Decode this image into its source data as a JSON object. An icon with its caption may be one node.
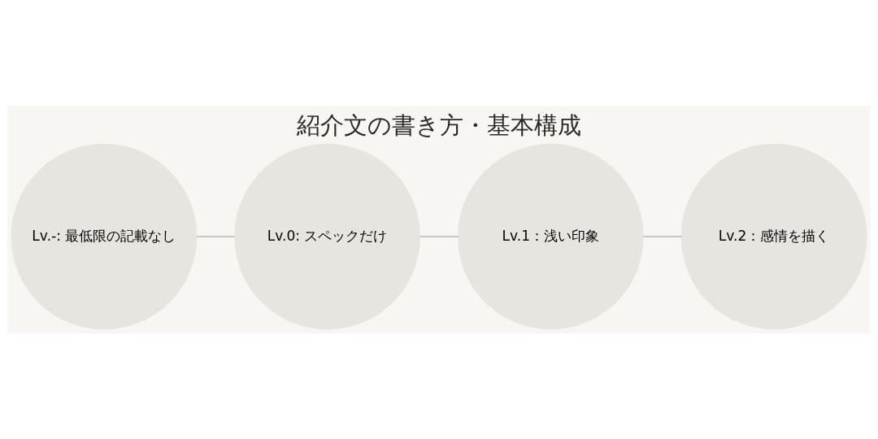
{
  "diagram": {
    "title": "紹介文の書き方・基本構成",
    "nodes": [
      {
        "text": [
          "Lv.-: 最低限の記載なし"
        ]
      },
      {
        "text": [
          "Lv.0: スペックだけ"
        ]
      },
      {
        "text": [
          "Lv.1：浅い印象"
        ]
      },
      {
        "text": [
          "Lv.2：感情を描く"
        ]
      }
    ],
    "edges": [
      {
        "from": 0,
        "to": 1,
        "arrow": "none"
      },
      {
        "from": 1,
        "to": 2,
        "arrow": "none"
      },
      {
        "from": 2,
        "to": 3,
        "arrow": "none"
      }
    ]
  }
}
